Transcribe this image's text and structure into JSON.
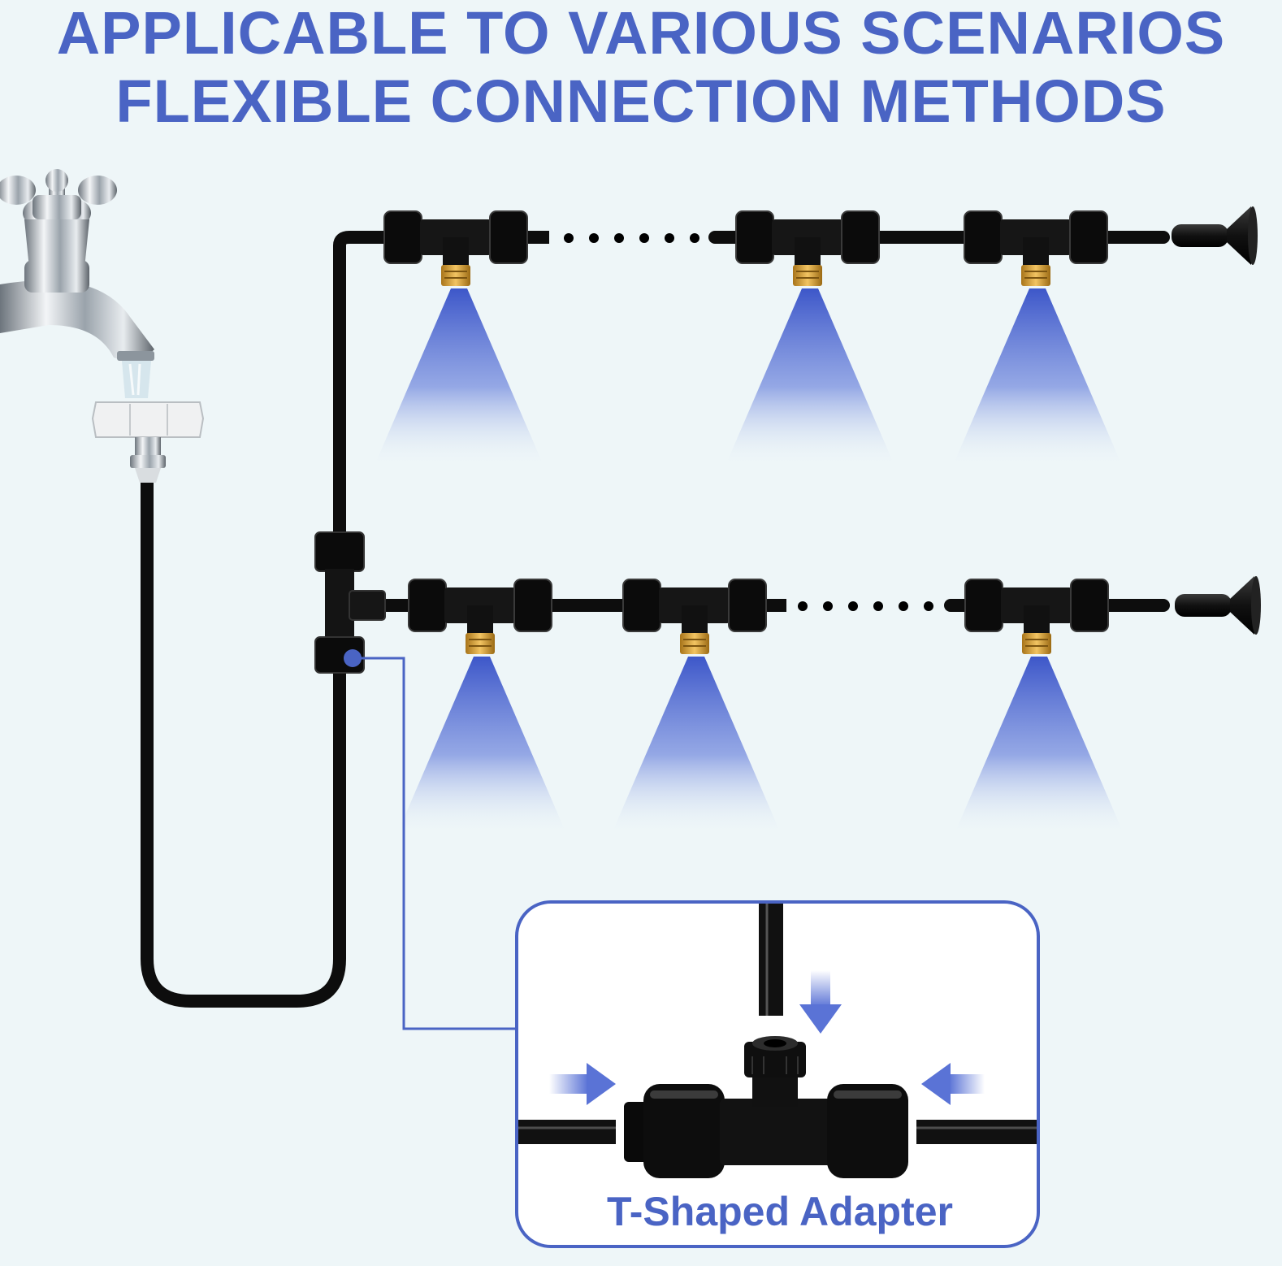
{
  "header": {
    "line1": "APPLICABLE TO VARIOUS SCENARIOS",
    "line2": "FLEXIBLE CONNECTION METHODS"
  },
  "inset": {
    "caption": "T-Shaped Adapter"
  },
  "icons": {
    "faucet": "faucet-icon",
    "nozzle": "brass-nozzle-icon",
    "end_plug": "end-plug-icon",
    "tee": "tee-connector-icon",
    "arrow": "arrow-icon"
  },
  "colors": {
    "title_blue": "#4a64c4",
    "spray_blue": "#3d57c9",
    "brass": "#d9a42e",
    "tube_black": "#111111",
    "leader_blue": "#4a64c4",
    "background": "#eef6f8"
  }
}
